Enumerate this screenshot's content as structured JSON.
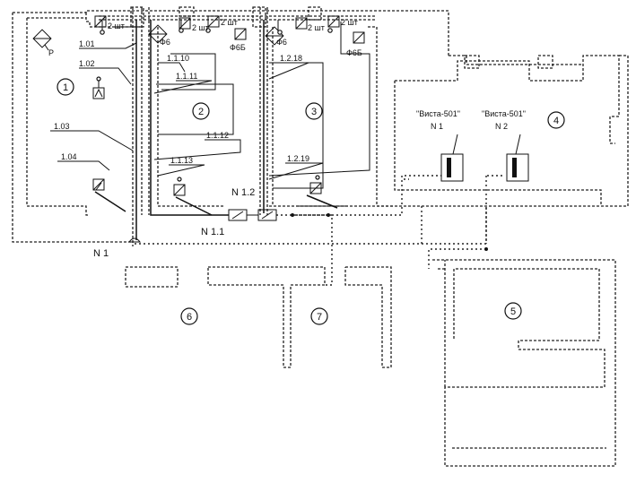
{
  "rooms": [
    "1",
    "2",
    "3",
    "4",
    "5",
    "6",
    "7"
  ],
  "loops": [
    "1.01",
    "1.02",
    "1.03",
    "1.04",
    "1.1.10",
    "1.1.11",
    "1.1.12",
    "1.1.13",
    "1.2.18",
    "1.2.19"
  ],
  "detectors": {
    "count_label": "2 шт",
    "p": "P",
    "f6": "Ф6",
    "f6b": "Ф6Б"
  },
  "nodes": {
    "n1": "N 1",
    "n11": "N 1.1",
    "n12": "N 1.2"
  },
  "panels": [
    {
      "name": "\"Виста-501\"",
      "number": "N 1"
    },
    {
      "name": "\"Виста-501\"",
      "number": "N 2"
    }
  ]
}
